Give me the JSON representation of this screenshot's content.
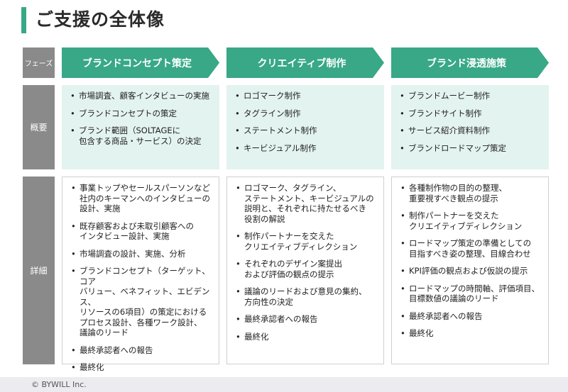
{
  "page": {
    "title": "ご支援の全体像"
  },
  "labels": {
    "phase": "フェーズ",
    "overview": "概要",
    "detail": "詳細"
  },
  "phases": [
    {
      "name": "ブランドコンセプト策定",
      "overview": [
        "市場調査、顧客インタビューの実施",
        "ブランドコンセプトの策定",
        "ブランド範囲（SOLTAGEに\n包含する商品・サービス）の決定"
      ],
      "detail": [
        "事業トップやセールスパーソンなど\n社内のキーマンへのインタビューの\n設計、実施",
        "既存顧客および未取引顧客への\nインタビュー設計、実施",
        "市場調査の設計、実施、分析",
        "ブランドコンセプト（ターゲット、コア\nバリュー、ベネフィット、エビデンス、\nリソースの6項目）の策定における\nプロセス設計、各種ワーク設計、\n議論のリード",
        "最終承認者への報告",
        "最終化"
      ]
    },
    {
      "name": "クリエイティブ制作",
      "overview": [
        "ロゴマーク制作",
        "タグライン制作",
        "ステートメント制作",
        "キービジュアル制作"
      ],
      "detail": [
        "ロゴマーク、タグライン、\nステートメント、キービジュアルの\n説明と、それぞれに持たせるべき\n役割の解説",
        "制作パートナーを交えた\nクリエイティブディレクション",
        "それぞれのデザイン案提出\nおよび評価の観点の提示",
        "議論のリードおよび意見の集約、\n方向性の決定",
        "最終承認者への報告",
        "最終化"
      ]
    },
    {
      "name": "ブランド浸透施策",
      "overview": [
        "ブランドムービー制作",
        "ブランドサイト制作",
        "サービス紹介資料制作",
        "ブランドロードマップ策定"
      ],
      "detail": [
        "各種制作物の目的の整理、\n重要視すべき観点の提示",
        "制作パートナーを交えた\nクリエイティブディレクション",
        "ロードマップ策定の準備としての\n目指すべき姿の整理、目線合わせ",
        "KPI評価の観点および仮説の提示",
        "ロードマップの時間軸、評価項目、\n目標数値の議論のリード",
        "最終承認者への報告",
        "最終化"
      ]
    }
  ],
  "footer": {
    "copyright": "© BYWILL Inc."
  }
}
